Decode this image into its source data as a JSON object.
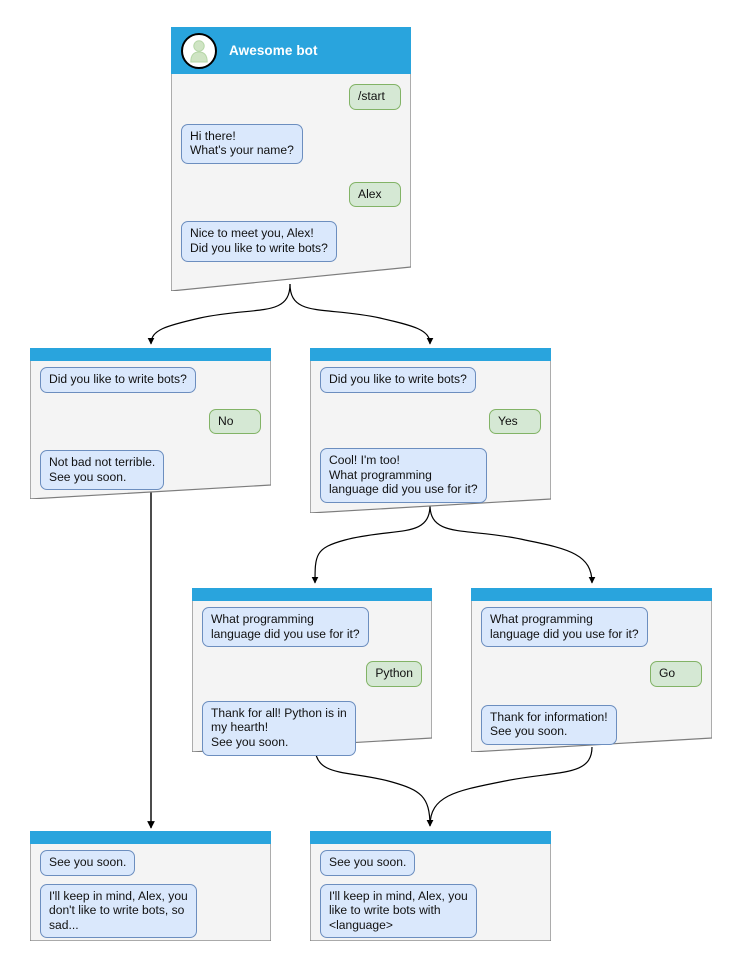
{
  "theme": {
    "header_blue": "#29a4dd",
    "body_gray": "#f4f4f4",
    "border_gray": "#7d7d7d",
    "bot_bubble_fill": "#dae8fc",
    "bot_bubble_border": "#6c8ebf",
    "user_bubble_fill": "#d5e8d4",
    "user_bubble_border": "#82b366",
    "edge_color": "#000000",
    "avatar_fill": "#b6d7a8",
    "page_background": "#ffffff"
  },
  "diagram": {
    "type": "chatbot-conversation-flow",
    "nodes": [
      {
        "id": "start",
        "title": "Awesome bot",
        "avatar_icon": "person-avatar-icon",
        "has_title_bar": true,
        "messages": [
          {
            "from": "user",
            "text": "/start"
          },
          {
            "from": "bot",
            "text": "Hi there!\nWhat's your name?"
          },
          {
            "from": "user",
            "text": "Alex"
          },
          {
            "from": "bot",
            "text": "Nice to meet you, Alex!\nDid you like to write bots?"
          }
        ]
      },
      {
        "id": "answer-no",
        "has_title_bar": false,
        "messages": [
          {
            "from": "bot",
            "text": "Did you like to write bots?"
          },
          {
            "from": "user",
            "text": "No"
          },
          {
            "from": "bot",
            "text": "Not bad not terrible.\nSee you soon."
          }
        ]
      },
      {
        "id": "answer-yes",
        "has_title_bar": false,
        "messages": [
          {
            "from": "bot",
            "text": "Did you like to write bots?"
          },
          {
            "from": "user",
            "text": "Yes"
          },
          {
            "from": "bot",
            "text": "Cool! I'm too!\nWhat programming\nlanguage did you use for it?"
          }
        ]
      },
      {
        "id": "answer-python",
        "has_title_bar": false,
        "messages": [
          {
            "from": "bot",
            "text": "What programming\nlanguage did you use for it?"
          },
          {
            "from": "user",
            "text": "Python"
          },
          {
            "from": "bot",
            "text": "Thank for all! Python is in\nmy hearth!\nSee you soon."
          }
        ]
      },
      {
        "id": "answer-go",
        "has_title_bar": false,
        "messages": [
          {
            "from": "bot",
            "text": "What programming\nlanguage did you use for it?"
          },
          {
            "from": "user",
            "text": "Go"
          },
          {
            "from": "bot",
            "text": "Thank for information!\nSee you soon."
          }
        ]
      },
      {
        "id": "end-sad",
        "has_title_bar": false,
        "messages": [
          {
            "from": "bot",
            "text": "See you soon."
          },
          {
            "from": "bot",
            "text": "I'll keep in mind, Alex, you\ndon't like to write bots, so\nsad..."
          }
        ]
      },
      {
        "id": "end-happy",
        "has_title_bar": false,
        "messages": [
          {
            "from": "bot",
            "text": "See you soon."
          },
          {
            "from": "bot",
            "text": "I'll keep in mind, Alex, you\nlike to write bots with\n<language>"
          }
        ]
      }
    ],
    "edges": [
      {
        "from": "start",
        "to": "answer-no"
      },
      {
        "from": "start",
        "to": "answer-yes"
      },
      {
        "from": "answer-no",
        "to": "end-sad"
      },
      {
        "from": "answer-yes",
        "to": "answer-python"
      },
      {
        "from": "answer-yes",
        "to": "answer-go"
      },
      {
        "from": "answer-python",
        "to": "end-happy"
      },
      {
        "from": "answer-go",
        "to": "end-happy"
      }
    ]
  }
}
